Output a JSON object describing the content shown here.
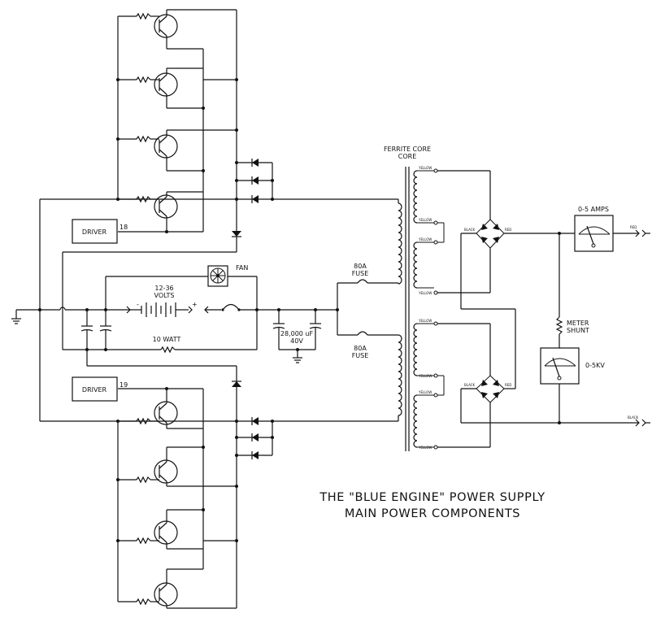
{
  "title": {
    "line1": "THE \"BLUE ENGINE\" POWER SUPPLY",
    "line2": "MAIN POWER COMPONENTS"
  },
  "drivers": [
    {
      "label": "DRIVER",
      "pin": "18"
    },
    {
      "label": "DRIVER",
      "pin": "19"
    }
  ],
  "labels": {
    "fan": "FAN",
    "battery_voltage": "12-36",
    "battery_units": "VOLTS",
    "battery_minus": "-",
    "battery_plus": "+",
    "resistor_watt": "10 WATT",
    "capacitor_value": "28,000 uF",
    "capacitor_voltage": "40V",
    "fuse_top_rating": "80A",
    "fuse_top": "FUSE",
    "fuse_bottom_rating": "80A",
    "fuse_bottom": "FUSE",
    "transformer_line1": "FERRITE CORE",
    "transformer_line2": "CORE",
    "ammeter": "0-5 AMPS",
    "voltmeter": "0-5KV",
    "shunt_line1": "METER",
    "shunt_line2": "SHUNT",
    "out_red": "RED",
    "out_black": "BLACK",
    "bridge_top_black": "BLACK",
    "bridge_top_red": "RED",
    "bridge_bot_black": "BLACK",
    "bridge_bot_red": "RED"
  },
  "winding_taps": [
    "YELLOW",
    "YELLOW",
    "YELLOW",
    "YELLOW",
    "YELLOW",
    "YELLOW",
    "YELLOW",
    "YELLOW"
  ]
}
